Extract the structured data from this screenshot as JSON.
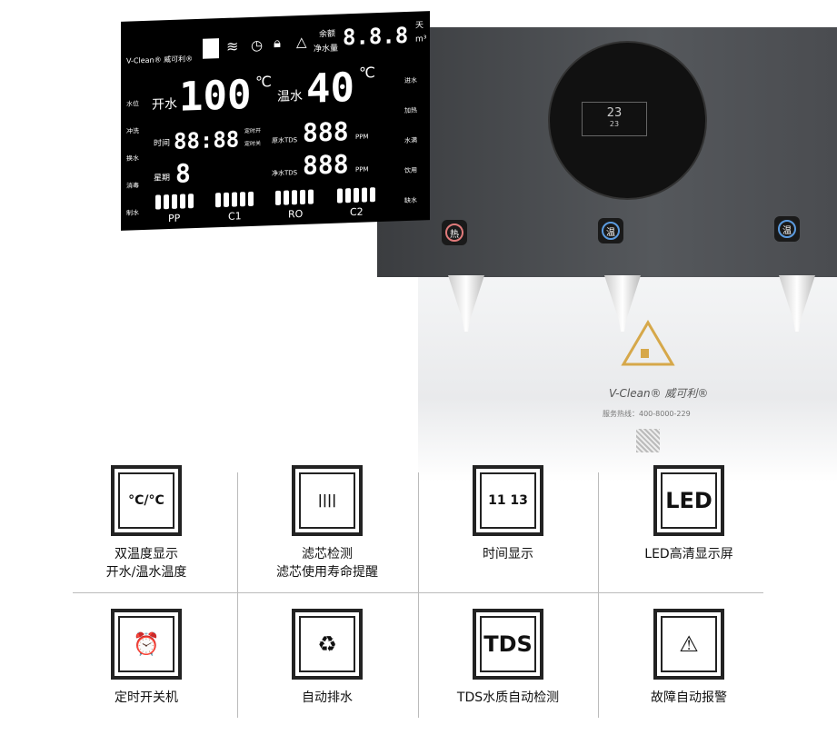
{
  "lcd": {
    "brand": "V-Clean® 威可利®",
    "balance_label": "余额",
    "water_volume_label": "净水量",
    "balance_value": "8.8.8",
    "unit_day": "天",
    "unit_m3": "m³",
    "boiling_label": "开水",
    "boiling_value": "100",
    "celsius": "℃",
    "warm_label": "温水",
    "warm_value": "40",
    "time_label": "时间",
    "time_value": "88:88",
    "timer_on": "定时开",
    "timer_off": "定时关",
    "week_label": "星期",
    "week_value": "8",
    "raw_tds_label": "原水TDS",
    "raw_tds_value": "888",
    "pure_tds_label": "净水TDS",
    "pure_tds_value": "888",
    "ppm": "PPM",
    "left_status": [
      "水位",
      "冲洗",
      "换水",
      "消毒",
      "制水"
    ],
    "right_status": [
      "进水",
      "加热",
      "水满",
      "饮用",
      "缺水"
    ],
    "filters": [
      "PP",
      "C1",
      "RO",
      "C2"
    ]
  },
  "machine": {
    "display_value": "23",
    "display_sub": "23",
    "buttons": [
      "热",
      "温",
      "温"
    ],
    "brand": "V-Clean® 威可利®",
    "hotline": "服务热线：400-8000-229"
  },
  "features": [
    {
      "icon": "dual-temperature-icon",
      "glyph": "°C/°C",
      "line1": "双温度显示",
      "line2": "开水/温水温度"
    },
    {
      "icon": "filter-icon",
      "glyph": "||||",
      "line1": "滤芯检测",
      "line2": "滤芯使用寿命提醒"
    },
    {
      "icon": "clock-display-icon",
      "glyph": "11 13",
      "line1": "时间显示",
      "line2": ""
    },
    {
      "icon": "led-icon",
      "glyph": "LED",
      "line1": "LED高清显示屏",
      "line2": ""
    },
    {
      "icon": "alarm-clock-icon",
      "glyph": "⏰",
      "line1": "定时开关机",
      "line2": ""
    },
    {
      "icon": "recycle-icon",
      "glyph": "♻",
      "line1": "自动排水",
      "line2": ""
    },
    {
      "icon": "tds-icon",
      "glyph": "TDS",
      "line1": "TDS水质自动检测",
      "line2": ""
    },
    {
      "icon": "warning-icon",
      "glyph": "⚠",
      "line1": "故障自动报警",
      "line2": ""
    }
  ]
}
